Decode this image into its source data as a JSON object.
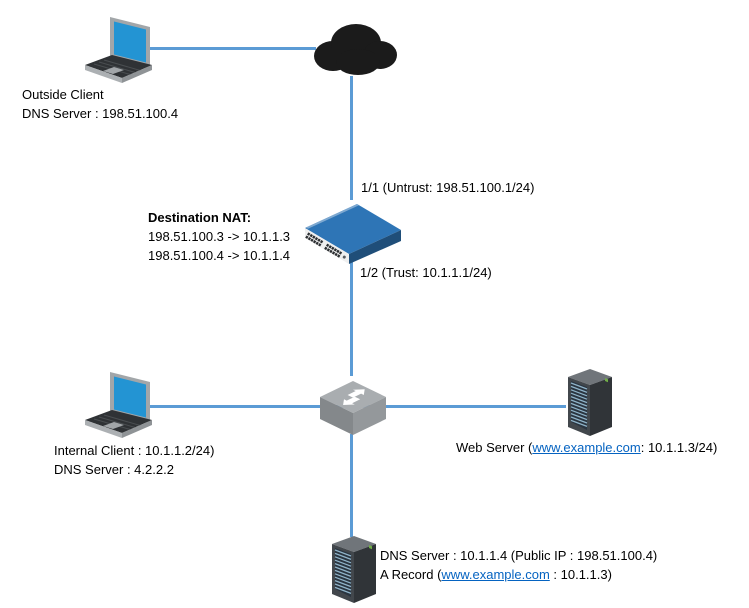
{
  "diagram": {
    "title_hint": "Destination NAT network topology diagram",
    "colors": {
      "background": "#FFFFFF",
      "connector": "#5B9BD5",
      "hyperlink": "#0563C1",
      "cloud": "#1B1B1B",
      "firewall_top": "#2E75B6",
      "firewall_side": "#1F4E79",
      "laptop_screen": "#2394D3",
      "switch_body": "#A9ADB0",
      "server_body": "#42474C",
      "server_led": "#70AD47"
    },
    "icons": {
      "outside_client": "laptop-icon",
      "internet": "cloud-icon",
      "firewall": "firewall-appliance-icon",
      "switch": "switch-icon",
      "internal_client": "laptop-icon",
      "web_server": "server-tower-icon",
      "dns_server": "server-tower-icon"
    },
    "labels": {
      "outside_client_line1": "Outside Client",
      "outside_client_line2": "DNS Server : 198.51.100.4",
      "untrust_port": "1/1 (Untrust: 198.51.100.1/24)",
      "nat_title": "Destination NAT:",
      "nat_rule1": "198.51.100.3 -> 10.1.1.3",
      "nat_rule2": "198.51.100.4 -> 10.1.1.4",
      "trust_port": "1/2 (Trust: 10.1.1.1/24)",
      "internal_client_line1": "Internal Client : 10.1.1.2/24)",
      "internal_client_line2": "DNS Server : 4.2.2.2",
      "web_server_prefix": "Web Server (",
      "web_server_link": "www.example.com",
      "web_server_suffix": ": 10.1.1.3/24)",
      "dns_server_line1": "DNS Server : 10.1.1.4 (Public IP : 198.51.100.4)",
      "dns_record_prefix": "A Record (",
      "dns_record_link": "www.example.com",
      "dns_record_suffix": " : 10.1.1.3)"
    }
  }
}
